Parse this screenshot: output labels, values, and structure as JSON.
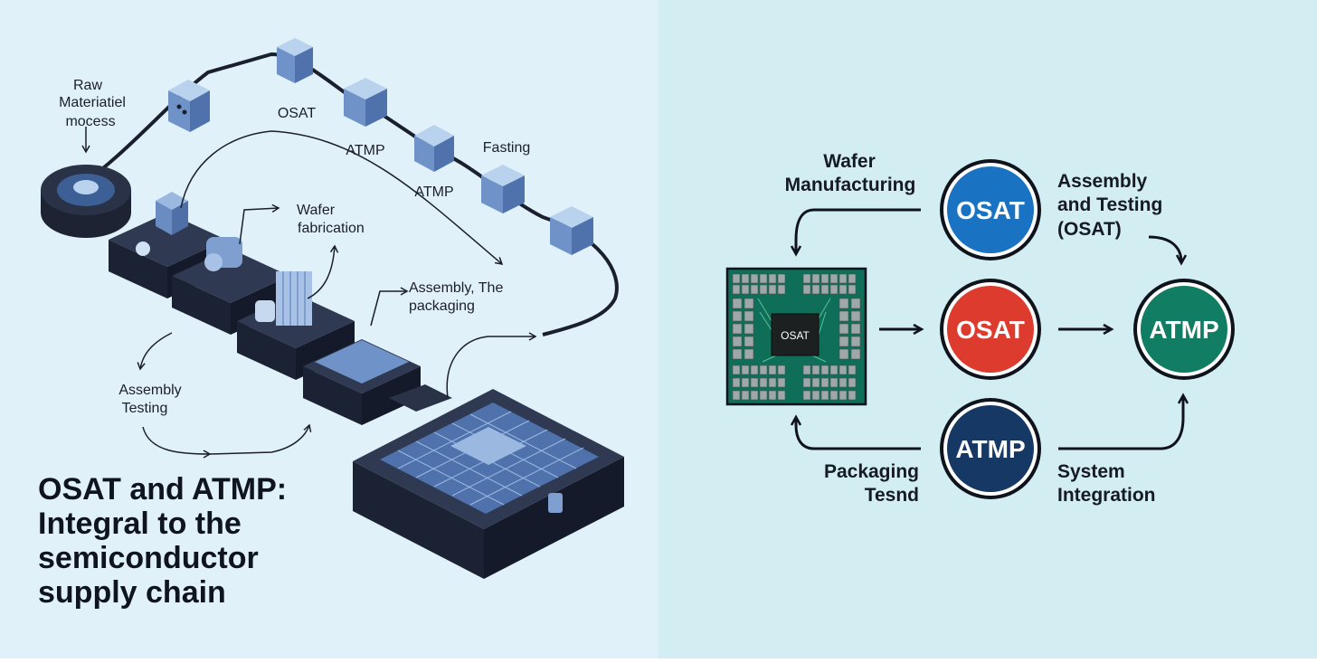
{
  "left": {
    "labels": {
      "raw_1": "Raw",
      "raw_2": "Materiatiel",
      "raw_3": "mocess",
      "osat": "OSAT",
      "atmp_1": "ATMP",
      "atmp_2": "ATMP",
      "fasting": "Fasting",
      "wafer_1": "Wafer",
      "wafer_2": "fabrication",
      "assembly_pkg_1": "Assembly, The",
      "assembly_pkg_2": "packaging",
      "assembly_test_1": "Assembly",
      "assembly_test_2": "Testing"
    },
    "headline": {
      "line1": "OSAT and ATMP:",
      "line2": "Integral to the",
      "line3": "semiconductor",
      "line4": "supply chain"
    }
  },
  "right": {
    "chip_label": "OSAT",
    "labels": {
      "wafer_1": "Wafer",
      "wafer_2": "Manufacturing",
      "assembly_1": "Assembly",
      "assembly_2": "and Testing",
      "assembly_3": "(OSAT)",
      "packaging_1": "Packaging",
      "packaging_2": "Tesnd",
      "system_1": "System",
      "system_2": "Integration"
    },
    "circles": {
      "top": "OSAT",
      "middle": "OSAT",
      "bottom": "ATMP",
      "right": "ATMP"
    },
    "colors": {
      "top": "#1a72c2",
      "middle": "#dc3b2e",
      "bottom": "#163864",
      "right": "#117d63",
      "board": "#0e6e58"
    }
  }
}
